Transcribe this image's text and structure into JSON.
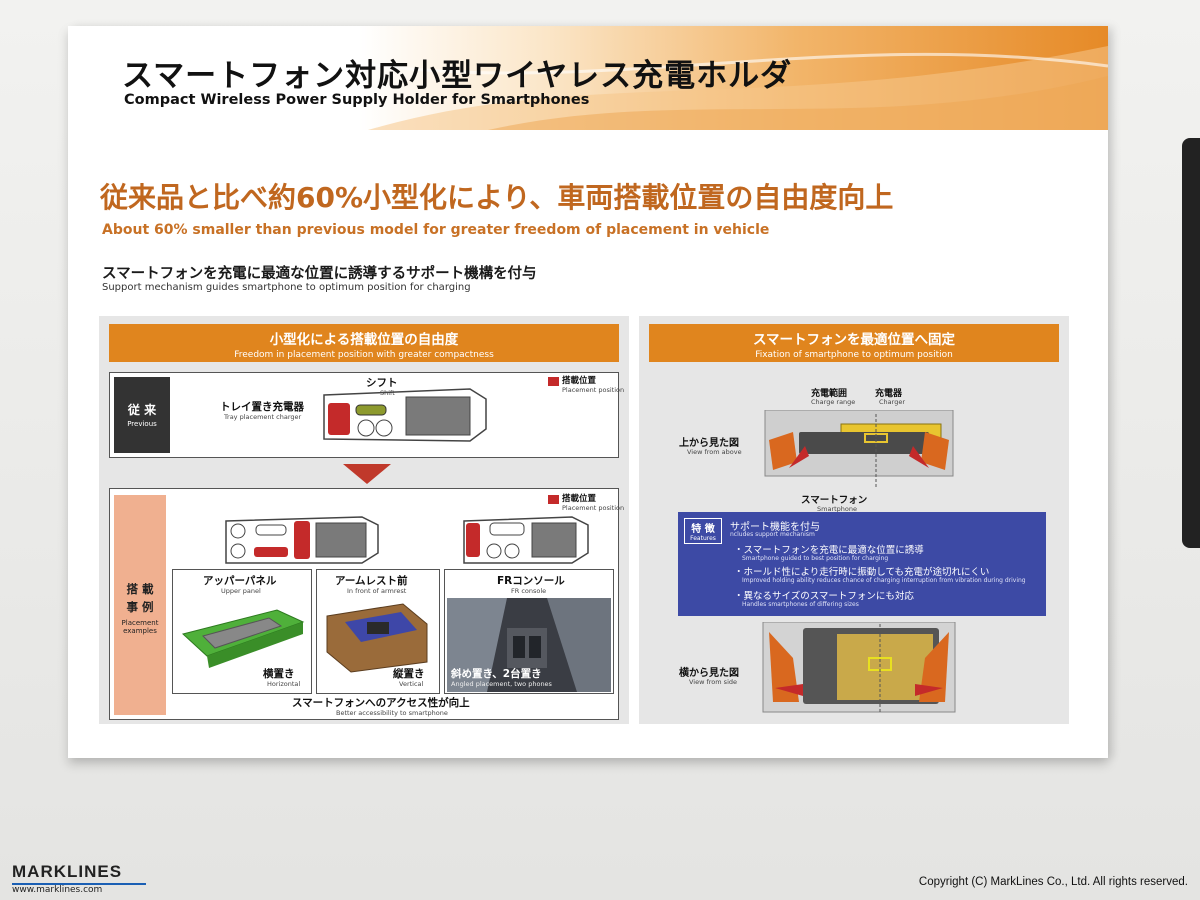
{
  "title": {
    "jp": "スマートフォン対応小型ワイヤレス充電ホルダ",
    "en": "Compact Wireless Power Supply Holder for Smartphones"
  },
  "headline": {
    "jp": "従来品と比べ約60%小型化により、車両搭載位置の自由度向上",
    "en": "About 60% smaller than previous model for greater freedom of placement in vehicle"
  },
  "subhead": {
    "jp": "スマートフォンを充電に最適な位置に誘導するサポート機構を付与",
    "en": "Support mechanism guides smartphone to optimum position for charging"
  },
  "left_panel": {
    "header_jp": "小型化による搭載位置の自由度",
    "header_en": "Freedom in placement position with greater compactness",
    "previous": {
      "tag_jp": "従 来",
      "tag_en": "Previous",
      "shift_jp": "シフト",
      "shift_en": "Shift",
      "tray_jp": "トレイ置き充電器",
      "tray_en": "Tray placement charger",
      "legend_jp": "搭載位置",
      "legend_en": "Placement position"
    },
    "examples": {
      "tag_jp_1": "搭 載",
      "tag_jp_2": "事 例",
      "tag_en_1": "Placement",
      "tag_en_2": "examples",
      "legend_jp": "搭載位置",
      "legend_en": "Placement position",
      "upper_jp": "アッパーパネル",
      "upper_en": "Upper panel",
      "horizontal_jp": "横置き",
      "horizontal_en": "Horizontal",
      "armrest_jp": "アームレスト前",
      "armrest_en": "In front of armrest",
      "vertical_jp": "縦置き",
      "vertical_en": "Vertical",
      "console_jp": "FRコンソール",
      "console_en": "FR console",
      "angled_jp": "斜め置き、2台置き",
      "angled_en": "Angled placement, two phones",
      "access_jp": "スマートフォンへのアクセス性が向上",
      "access_en": "Better accessibility to smartphone"
    }
  },
  "right_panel": {
    "header_jp": "スマートフォンを最適位置へ固定",
    "header_en": "Fixation of smartphone to optimum position",
    "charge_range_jp": "充電範囲",
    "charge_range_en": "Charge range",
    "charger_jp": "充電器",
    "charger_en": "Charger",
    "top_view_jp": "上から見た図",
    "top_view_en": "View from above",
    "smartphone_jp": "スマートフォン",
    "smartphone_en": "Smartphone",
    "side_view_jp": "横から見た図",
    "side_view_en": "View from side",
    "features": {
      "tag_jp": "特 徴",
      "tag_en": "Features",
      "main_jp": "サポート機能を付与",
      "main_en": "ncludes support mechanism",
      "items": [
        {
          "jp": "・スマートフォンを充電に最適な位置に誘導",
          "en": "Smartphone guided to best position for charging"
        },
        {
          "jp": "・ホールド性により走行時に振動しても充電が途切れにくい",
          "en": "Improved holding ability reduces chance of charging interruption from vibration during driving"
        },
        {
          "jp": "・異なるサイズのスマートフォンにも対応",
          "en": "Handles smartphones of differing sizes"
        }
      ]
    }
  },
  "footer": {
    "logo": "MARKLINES",
    "url": "www.marklines.com",
    "copyright": "Copyright (C) MarkLines Co., Ltd. All rights reserved."
  },
  "colors": {
    "accent_orange": "#e0851e",
    "headline_orange": "#c0671f",
    "placement_red": "#c42a2a",
    "features_blue": "#3d4aa5",
    "charger_yellow": "#e8c530",
    "phone_olive": "#8d9a2e"
  }
}
